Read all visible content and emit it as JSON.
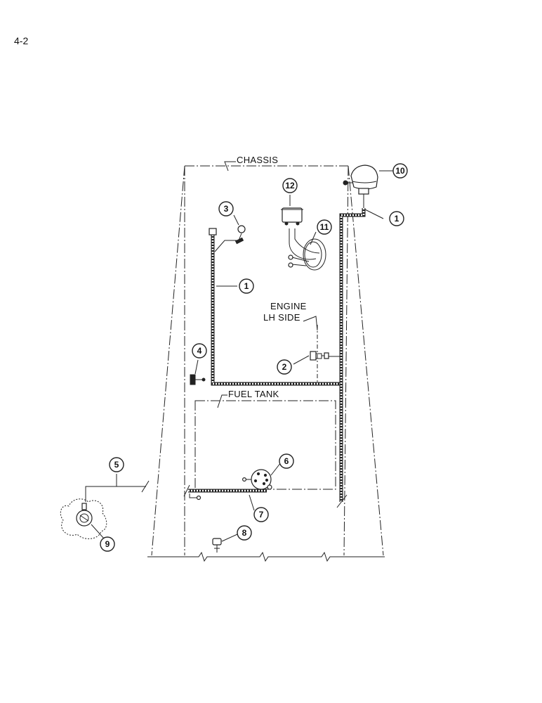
{
  "page": {
    "number": "4-2"
  },
  "labels": {
    "chassis": "CHASSIS",
    "engine_line1": "ENGINE",
    "engine_line2": "LH SIDE",
    "fuel_tank": "FUEL TANK"
  },
  "callouts": {
    "c1a": "1",
    "c1b": "1",
    "c2": "2",
    "c3": "3",
    "c4": "4",
    "c5": "5",
    "c6": "6",
    "c7": "7",
    "c8": "8",
    "c9": "9",
    "c10": "10",
    "c11": "11",
    "c12": "12"
  }
}
